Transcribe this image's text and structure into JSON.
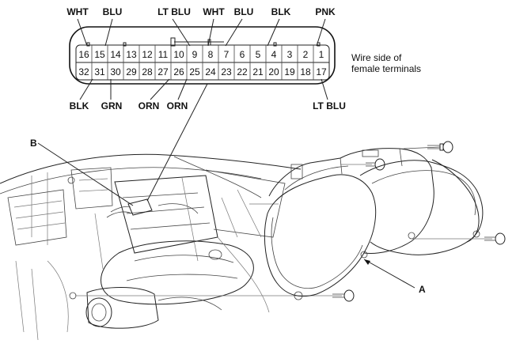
{
  "connector": {
    "top_row_pins": [
      "16",
      "15",
      "14",
      "13",
      "12",
      "11",
      "10",
      "9",
      "8",
      "7",
      "6",
      "5",
      "4",
      "3",
      "2",
      "1"
    ],
    "bottom_row_pins": [
      "32",
      "31",
      "30",
      "29",
      "28",
      "27",
      "26",
      "25",
      "24",
      "23",
      "22",
      "21",
      "20",
      "19",
      "18",
      "17"
    ],
    "note_line1": "Wire side of",
    "note_line2": "female terminals"
  },
  "wire_labels": {
    "top": [
      {
        "text": "WHT",
        "pin": "16"
      },
      {
        "text": "BLU",
        "pin": "15"
      },
      {
        "text": "LT BLU",
        "pin": "9"
      },
      {
        "text": "WHT",
        "pin": "8"
      },
      {
        "text": "BLU",
        "pin": "7"
      },
      {
        "text": "BLK",
        "pin": "4"
      },
      {
        "text": "PNK",
        "pin": "1"
      }
    ],
    "bottom": [
      {
        "text": "BLK",
        "pin": "32"
      },
      {
        "text": "GRN",
        "pin": "31"
      },
      {
        "text": "ORN",
        "pin": "27"
      },
      {
        "text": "ORN",
        "pin": "26"
      },
      {
        "text": "LT BLU",
        "pin": "17"
      }
    ]
  },
  "callouts": {
    "a": "A",
    "b": "B"
  }
}
